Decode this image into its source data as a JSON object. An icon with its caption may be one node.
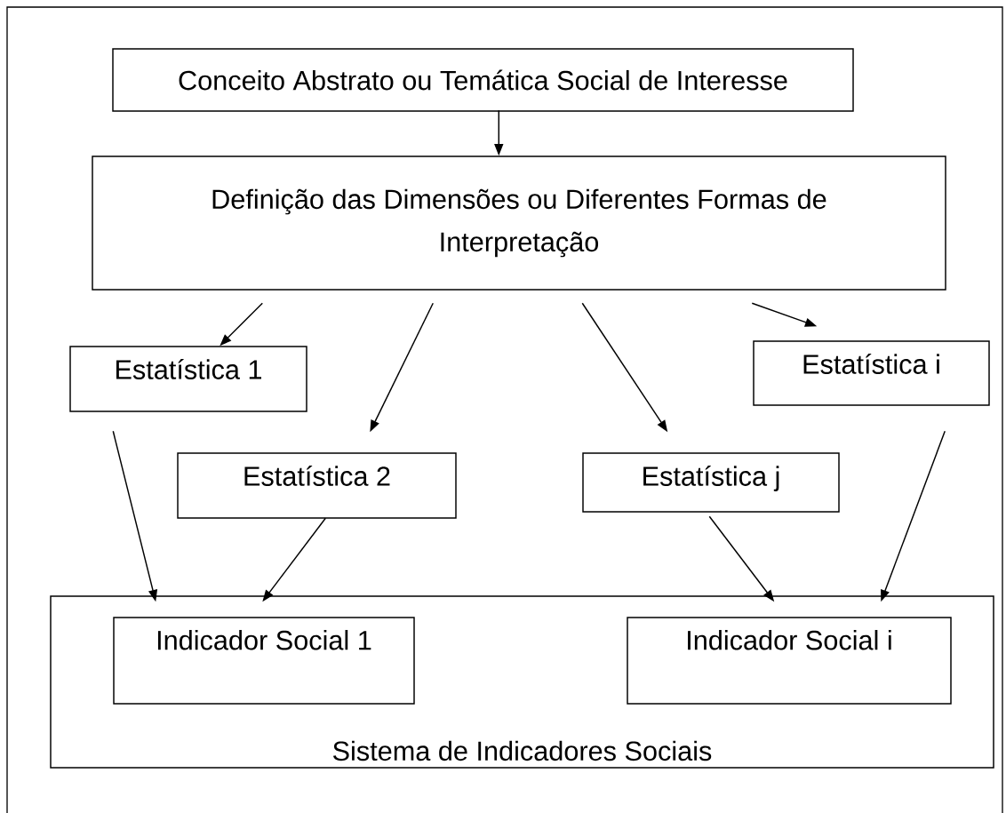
{
  "diagram": {
    "nodes": [
      {
        "text": [
          "Conceito Abstrato ou Temática Social de Interesse"
        ]
      },
      {
        "text": [
          "Definição das Dimensões ou Diferentes Formas de Interpretação"
        ]
      },
      {
        "text": [
          "Estatística 1"
        ]
      },
      {
        "text": [
          "Estatística i"
        ]
      },
      {
        "text": [
          "Estatística 2"
        ]
      },
      {
        "text": [
          "Estatística j"
        ]
      },
      {
        "text": [
          "Sistema de Indicadores Sociais"
        ]
      },
      {
        "text": [
          "Indicador Social 1"
        ],
        "in": 6
      },
      {
        "text": [
          "Indicador Social i"
        ],
        "in": 6
      }
    ],
    "edges": [
      {
        "from": 0,
        "to": 1,
        "arrow": "to"
      },
      {
        "from": 1,
        "to": 2,
        "arrow": "to"
      },
      {
        "from": 1,
        "to": 4,
        "arrow": "to"
      },
      {
        "from": 1,
        "to": 5,
        "arrow": "to"
      },
      {
        "from": 1,
        "to": 3,
        "arrow": "to"
      },
      {
        "from": 2,
        "to": 6,
        "arrow": "to"
      },
      {
        "from": 4,
        "to": 6,
        "arrow": "to"
      },
      {
        "from": 5,
        "to": 6,
        "arrow": "to"
      },
      {
        "from": 3,
        "to": 6,
        "arrow": "to"
      }
    ]
  }
}
